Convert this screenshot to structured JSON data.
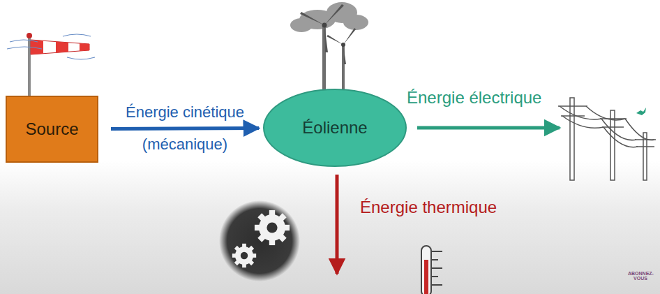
{
  "diagram": {
    "nodes": [
      {
        "text": [
          "Source"
        ]
      },
      {
        "text": [
          "Éolienne"
        ]
      }
    ],
    "edges": [
      {
        "from": 0,
        "to": 1,
        "arrow": "to",
        "label": "Énergie cinétique (mécanique)"
      }
    ],
    "labels": [
      "Énergie électrique",
      "Énergie thermique",
      "ABONNEZ-VOUS"
    ]
  }
}
